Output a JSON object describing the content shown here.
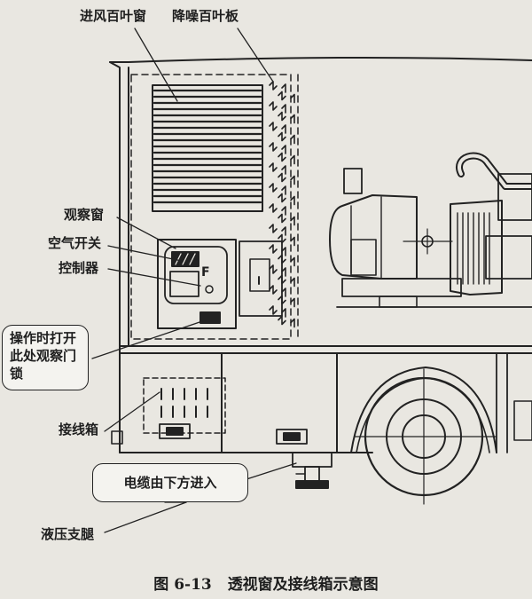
{
  "labels": {
    "intake_louver": "进风百叶窗",
    "noise_louver": "降噪百叶板",
    "view_window": "观察窗",
    "air_switch": "空气开关",
    "controller": "控制器",
    "open_note_line1": "操作时打开",
    "open_note_line2": "此处观察门",
    "open_note_line3": "锁",
    "terminal_box": "接线箱",
    "cable_note": "电缆由下方进入",
    "hydraulic_leg": "液压支腿",
    "panel_letter": "F"
  },
  "caption": {
    "number": "图 6-13",
    "title": "透视窗及接线箱示意图"
  },
  "colors": {
    "ink": "#1e1e1e",
    "paper": "#e9e7e1"
  }
}
